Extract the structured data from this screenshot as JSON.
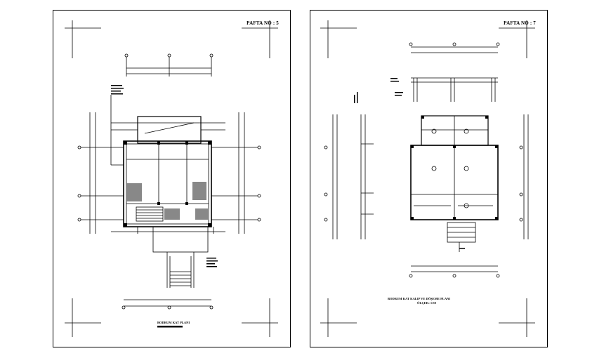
{
  "sheets": [
    {
      "sheet_no": "PAFTA NO : 5",
      "title": "BODRUM KAT PLANI",
      "scale": ""
    },
    {
      "sheet_no": "PAFTA NO : 7",
      "title": "BODRUM KAT KALIP VE DÖŞEME PLANI",
      "scale": "ÖLÇEK: 1/50"
    }
  ]
}
